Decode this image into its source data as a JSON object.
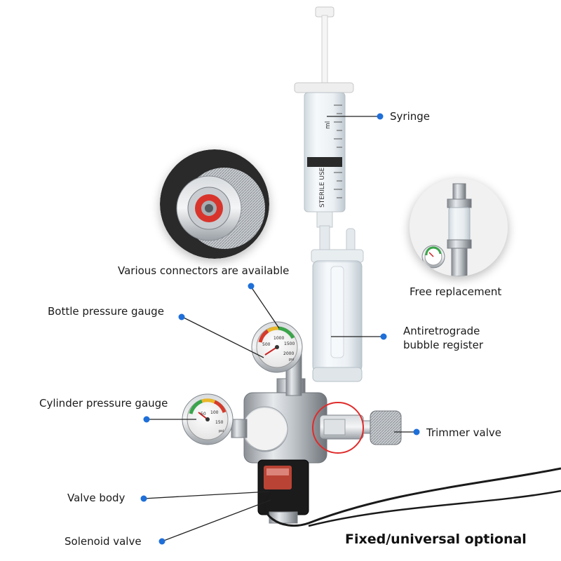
{
  "labels": {
    "syringe": "Syringe",
    "connectors": "Various connectors are available",
    "bottle_gauge": "Bottle pressure gauge",
    "cylinder_gauge": "Cylinder pressure gauge",
    "free_replacement": "Free replacement",
    "antiretrograde_line1": "Antiretrograde",
    "antiretrograde_line2": "bubble register",
    "trimmer": "Trimmer valve",
    "valve_body": "Valve body",
    "solenoid": "Solenoid valve",
    "caption": "Fixed/universal optional"
  },
  "syringe_text": {
    "print": "STERILE USE",
    "unit": "ml"
  },
  "gauge_marks": {
    "big": [
      "500",
      "1000",
      "1500",
      "2000"
    ],
    "big_unit": "psi",
    "small": [
      "50",
      "100",
      "150"
    ],
    "small_unit": "psi"
  },
  "colors": {
    "accent_dot": "#1e6fd9",
    "leader_line": "#222222",
    "highlight_ring": "#e02b2b"
  }
}
